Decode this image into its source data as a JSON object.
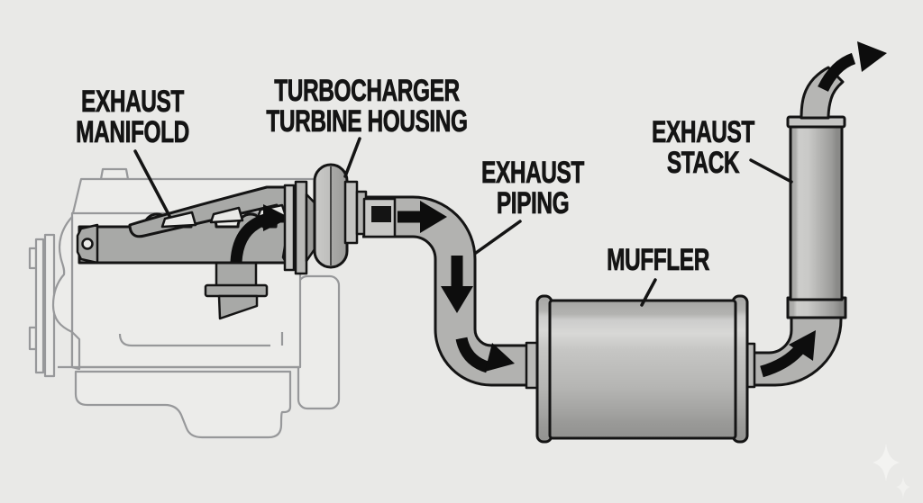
{
  "background": "#e9e9e7",
  "ink": "#141414",
  "labels": {
    "manifold": {
      "line1": "EXHAUST",
      "line2": "MANIFOLD"
    },
    "turbo": {
      "line1": "TURBOCHARGER",
      "line2": "TURBINE HOUSING"
    },
    "piping": {
      "line1": "EXHAUST",
      "line2": "PIPING"
    },
    "muffler": {
      "line1": "MUFFLER"
    },
    "stack": {
      "line1": "EXHAUST",
      "line2": "STACK"
    }
  },
  "colors": {
    "metal_mid": "#b2b2b0",
    "metal_light": "#d8d8d6",
    "metal_dark": "#8a8a88",
    "engine_outline": "#97989a",
    "flow_arrow": "#0d0d0d",
    "watermark": "#f3f3f1"
  }
}
